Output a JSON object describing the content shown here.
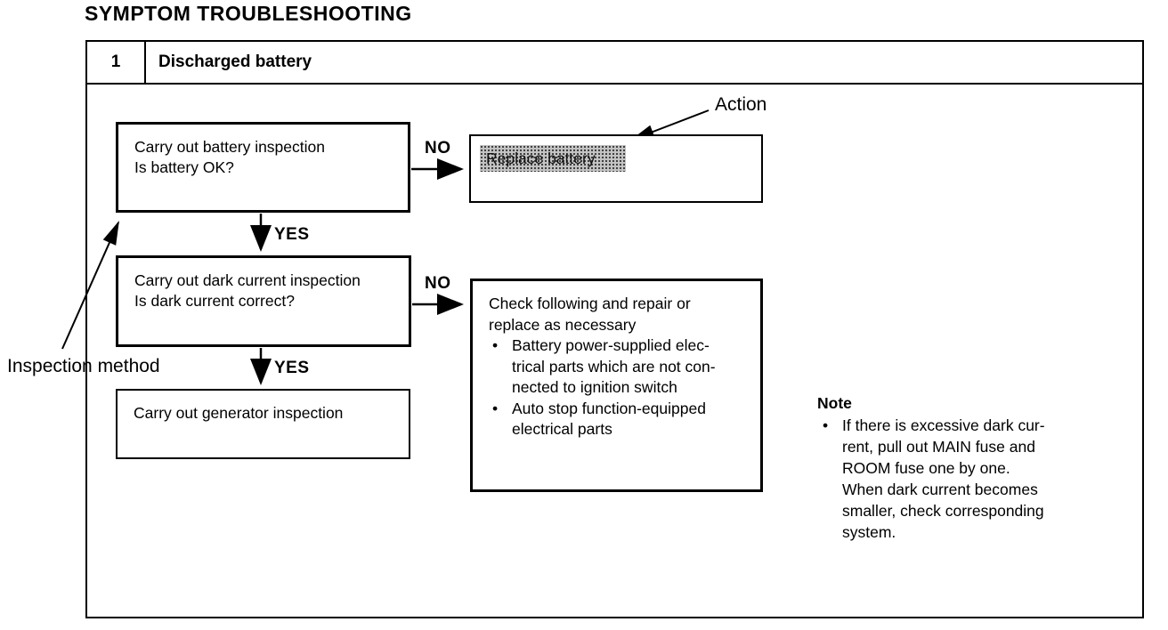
{
  "title": "SYMPTOM TROUBLESHOOTING",
  "symptom": {
    "number": "1",
    "name": "Discharged battery"
  },
  "colors": {
    "ink": "#000000",
    "highlight_bg": "#c4c4c4",
    "highlight_dots": "#3a3a3a"
  },
  "flowchart": {
    "step_battery": "Carry out battery inspection\nIs battery OK?",
    "action_highlight": "Replace battery",
    "step_dark_current": "Carry out dark current inspection\nIs dark current correct?",
    "check_box": {
      "intro": "Check following and repair or\nreplace as necessary",
      "bullet_glyph": "•",
      "bullets": [
        "Battery power-supplied elec-\ntrical parts which are not con-\nnected to ignition switch",
        "Auto stop function-equipped\nelectrical parts"
      ]
    },
    "step_generator": "Carry out generator inspection",
    "labels": {
      "no1": "NO",
      "yes1": "YES",
      "no2": "NO",
      "yes2": "YES",
      "action": "Action",
      "inspection_method": "Inspection method"
    },
    "note": {
      "heading": "Note",
      "bullet_glyph": "•",
      "text": "If there is excessive dark cur-\nrent, pull out MAIN fuse and\nROOM fuse one by one.\nWhen dark current becomes\nsmaller, check corresponding\nsystem."
    }
  }
}
